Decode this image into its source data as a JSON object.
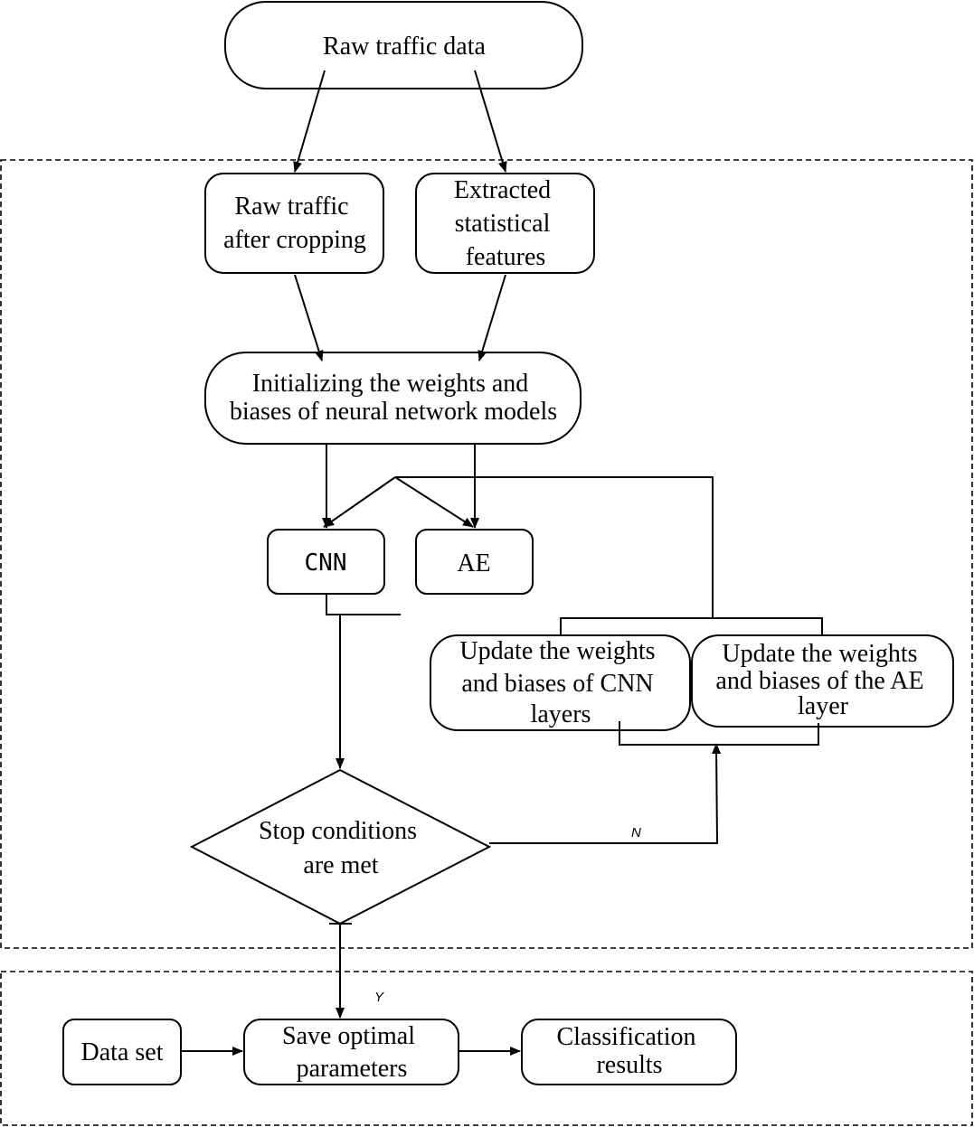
{
  "nodes": {
    "raw_data": "Raw traffic data",
    "raw_cropped": [
      "Raw traffic",
      "after cropping"
    ],
    "extracted": [
      "Extracted",
      "statistical",
      "features"
    ],
    "init": [
      "Initializing the weights and",
      "biases of neural network models"
    ],
    "cnn": "CNN",
    "ae": "AE",
    "update_cnn": [
      "Update the weights",
      "and biases of CNN",
      "layers"
    ],
    "update_ae": [
      "Update the weights",
      "and biases of the AE",
      "layer"
    ],
    "stop": [
      "Stop conditions",
      "are met"
    ],
    "data_set": "Data set",
    "save": [
      "Save optimal",
      "parameters"
    ],
    "classification": [
      "Classification",
      "results"
    ]
  },
  "edge_labels": {
    "no": "N",
    "yes": "Y"
  }
}
